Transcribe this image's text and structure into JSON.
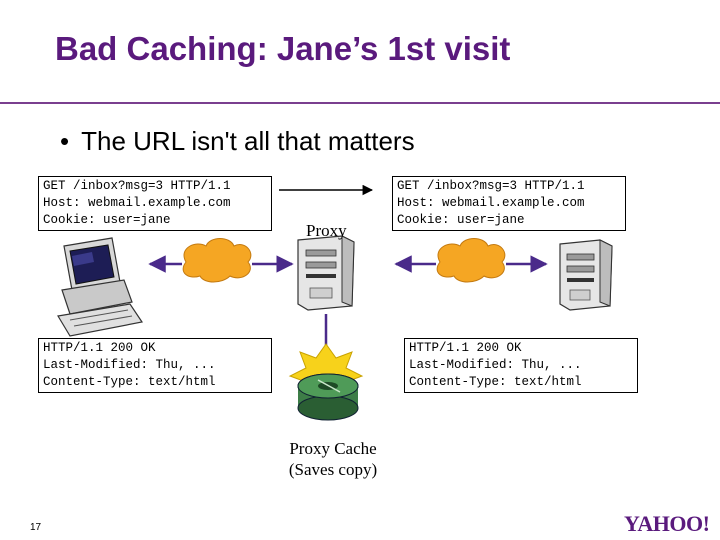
{
  "slide": {
    "title": "Bad Caching: Jane’s 1st visit",
    "bullet": "The URL isn't all that matters",
    "page_number": "17",
    "logo_text": "YAHOO!"
  },
  "request_left": {
    "lines": [
      "GET /inbox?msg=3 HTTP/1.1",
      "Host: webmail.example.com",
      "Cookie: user=jane"
    ]
  },
  "request_right": {
    "lines": [
      "GET /inbox?msg=3 HTTP/1.1",
      "Host: webmail.example.com",
      "Cookie: user=jane"
    ]
  },
  "response_left": {
    "lines": [
      "HTTP/1.1 200 OK",
      "Last-Modified: Thu, ...",
      "Content-Type: text/html"
    ]
  },
  "response_right": {
    "lines": [
      "HTTP/1.1 200 OK",
      "Last-Modified: Thu, ...",
      "Content-Type: text/html"
    ]
  },
  "labels": {
    "proxy": "Proxy",
    "cache_line1": "Proxy Cache",
    "cache_line2": "(Saves copy)"
  },
  "colors": {
    "title": "#5a1a7d",
    "cloud": "#f5a623",
    "arrow": "#4a2a8a"
  }
}
